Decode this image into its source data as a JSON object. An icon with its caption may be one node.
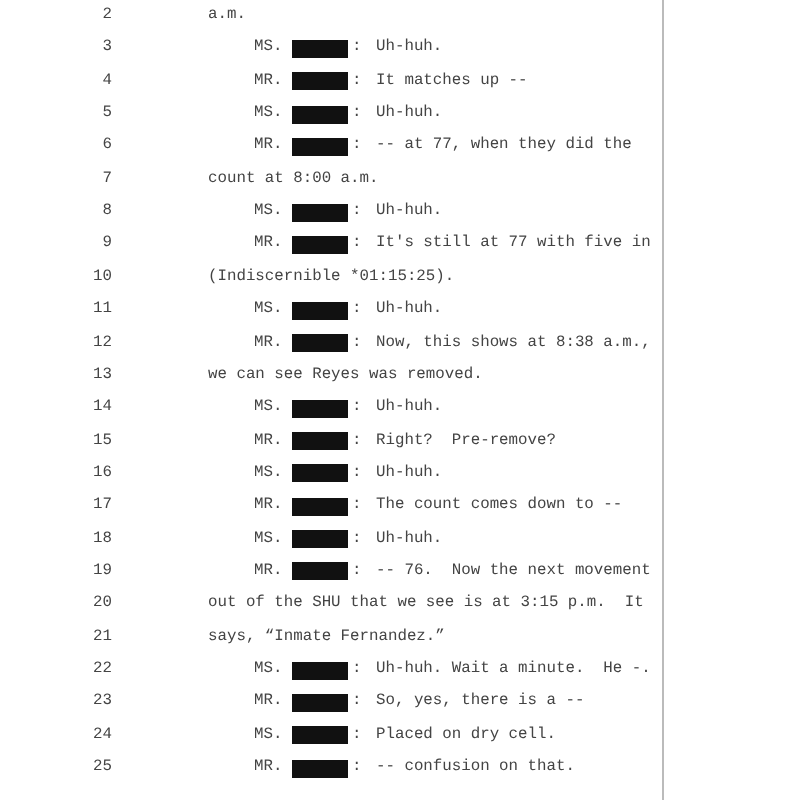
{
  "diagram": {
    "labels": [
      "2",
      "a.m.",
      "3",
      "MS.",
      ":",
      "Uh-huh.",
      "4",
      "MR.",
      ":",
      "It matches up --",
      "5",
      "MS.",
      ":",
      "Uh-huh.",
      "6",
      "MR.",
      ":",
      "-- at 77, when they did the",
      "7",
      "count at 8:00 a.m.",
      "8",
      "MS.",
      ":",
      "Uh-huh.",
      "9",
      "MR.",
      ":",
      "It's still at 77 with five in",
      "10",
      "(Indiscernible *01:15:25).",
      "11",
      "MS.",
      ":",
      "Uh-huh.",
      "12",
      "MR.",
      ":",
      "Now, this shows at 8:38 a.m.,",
      "13",
      "we can see Reyes was removed.",
      "14",
      "MS.",
      ":",
      "Uh-huh.",
      "15",
      "MR.",
      ":",
      "Right?  Pre-remove?",
      "16",
      "MS.",
      ":",
      "Uh-huh.",
      "17",
      "MR.",
      ":",
      "The count comes down to --",
      "18",
      "MS.",
      ":",
      "Uh-huh.",
      "19",
      "MR.",
      ":",
      "-- 76.  Now the next movement",
      "20",
      "out of the SHU that we see is at 3:15 p.m.  It",
      "21",
      "says, “Inmate Fernandez.”",
      "22",
      "MS.",
      ":",
      "Uh-huh. Wait a minute.  He -.",
      "23",
      "MR.",
      ":",
      "So, yes, there is a --",
      "24",
      "MS.",
      ":",
      "Placed on dry cell.",
      "25",
      "MR.",
      ":",
      "-- confusion on that."
    ]
  }
}
